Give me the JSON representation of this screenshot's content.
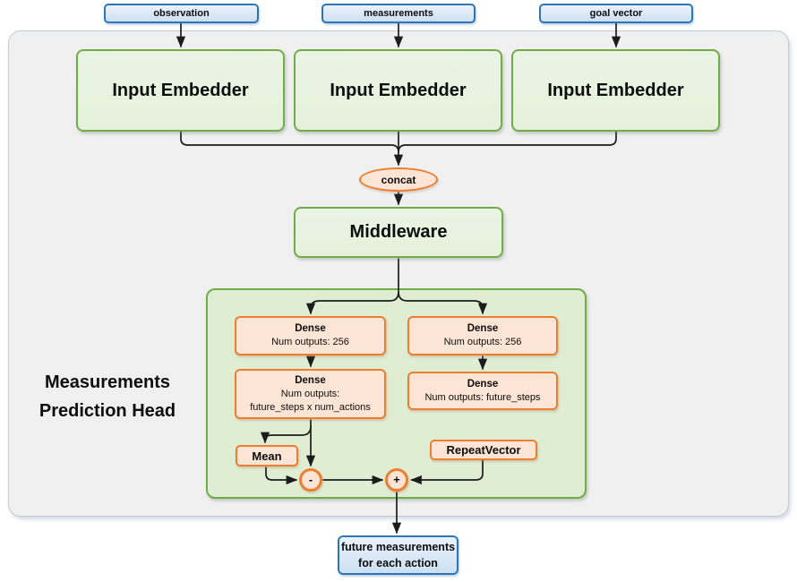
{
  "diagram": {
    "inputs": [
      {
        "label": "observation"
      },
      {
        "label": "measurements"
      },
      {
        "label": "goal vector"
      }
    ],
    "embedders": [
      {
        "label": "Input Embedder"
      },
      {
        "label": "Input Embedder"
      },
      {
        "label": "Input Embedder"
      }
    ],
    "concat_label": "concat",
    "middleware_label": "Middleware",
    "head": {
      "label_line1": "Measurements",
      "label_line2": "Prediction Head",
      "left_branch": {
        "dense1": {
          "title": "Dense",
          "subtitle": "Num outputs: 256"
        },
        "dense2": {
          "title": "Dense",
          "subtitle": "Num outputs:",
          "subtitle2": "future_steps x num_actions"
        },
        "mean_label": "Mean",
        "minus_label": "-"
      },
      "right_branch": {
        "dense1": {
          "title": "Dense",
          "subtitle": "Num outputs: 256"
        },
        "dense2": {
          "title": "Dense",
          "subtitle": "Num outputs: future_steps"
        },
        "repeat_label": "RepeatVector",
        "plus_label": "+"
      }
    },
    "output": {
      "line1": "future measurements",
      "line2": "for each action"
    },
    "colors": {
      "blue_border": "#2E75B6",
      "blue_fill_top": "#EAF2FB",
      "blue_fill_bottom": "#CDE0F2",
      "green_border": "#70AD47",
      "green_fill": "#E5F1DC",
      "green_container_fill": "#DFEDD3",
      "orange_border": "#ED7D31",
      "orange_fill": "#FCE5D4",
      "panel_fill": "#F0F0F1",
      "panel_border": "#C6CACF",
      "arrow": "#1C1C1C",
      "text": "#0D0D0D"
    }
  }
}
